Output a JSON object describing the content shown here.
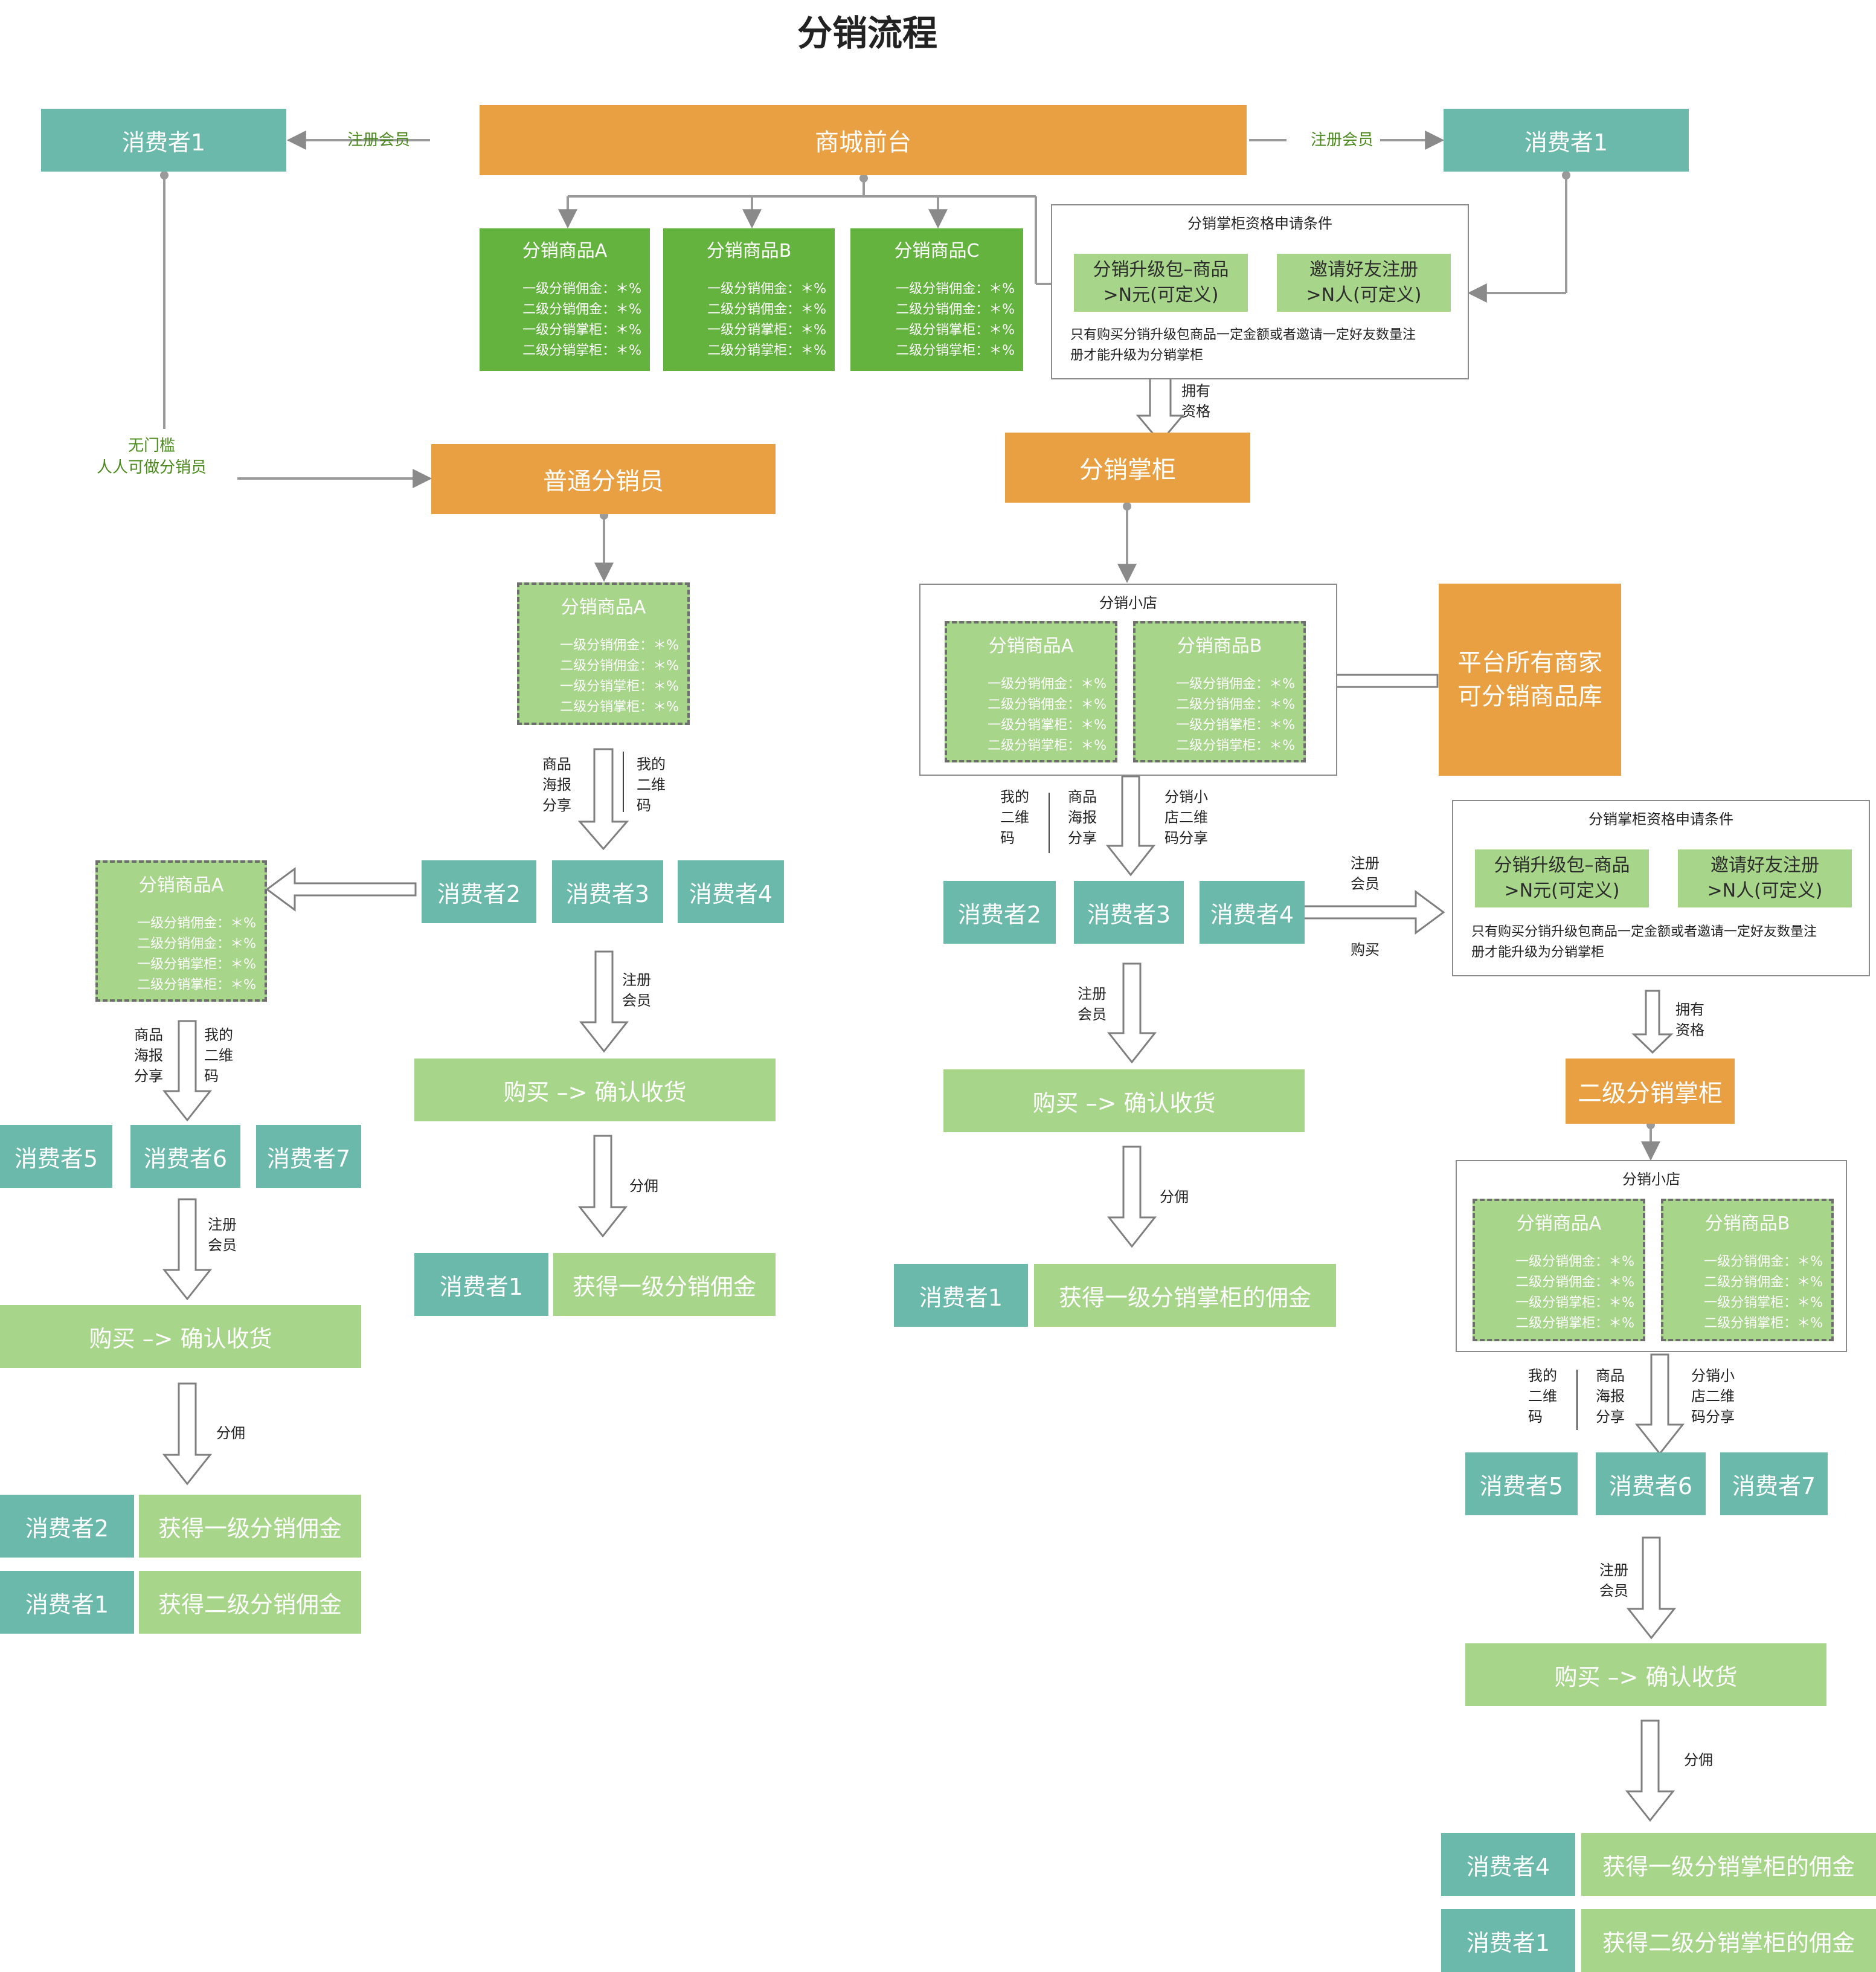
{
  "title": "分销流程",
  "mall": "商城前台",
  "consumer1": "消费者1",
  "consumer2": "消费者2",
  "consumer3": "消费者3",
  "consumer4": "消费者4",
  "consumer5": "消费者5",
  "consumer6": "消费者6",
  "consumer7": "消费者7",
  "register": "注册会员",
  "register_stack": "注册\n会员",
  "no_threshold": "无门槛\n人人可做分销员",
  "ordinary_distributor": "普通分销员",
  "manager": "分销掌柜",
  "level2_manager": "二级分销掌柜",
  "shop": "分销小店",
  "platform_library": "平台所有商家\n可分销商品库",
  "has_qualification": "拥有\n资格",
  "poster_share": "商品\n海报\n分享",
  "my_qrcode": "我的\n二维\n码",
  "shop_qrcode": "分销小\n店二维\n码分享",
  "buy_stack": "购买",
  "buy_confirm": "购买 –> 确认收货",
  "commission": "分佣",
  "get_l1": "获得一级分销佣金",
  "get_l2": "获得二级分销佣金",
  "get_l1_manager": "获得一级分销掌柜的佣金",
  "get_l2_manager": "获得二级分销掌柜的佣金",
  "product_a": "分销商品A",
  "product_b": "分销商品B",
  "product_c": "分销商品C",
  "rows_wide": [
    "一级分销佣金：＊%",
    "二级分销佣金：＊%",
    "一级分销掌柜：＊%",
    "二级分销掌柜：＊%"
  ],
  "rows_narrow": [
    "一级分销佣金：＊%",
    "二级分销佣金：＊%",
    "一级分销掌柜：＊%",
    "二级分销掌柜：＊%"
  ],
  "conditions": {
    "title": "分销掌柜资格申请条件",
    "upgrade": "分销升级包–商品\n>N元(可定义)",
    "invite": "邀请好友注册\n>N人(可定义)",
    "note": "只有购买分销升级包商品一定金额或者邀请一定好友数量注\n册才能升级为分销掌柜"
  },
  "colors": {
    "orange": "#E8A043",
    "teal": "#6BB9AB",
    "light_green": "#A7D58A",
    "dark_green": "#64B33F",
    "green_label": "#4b8a1c"
  }
}
